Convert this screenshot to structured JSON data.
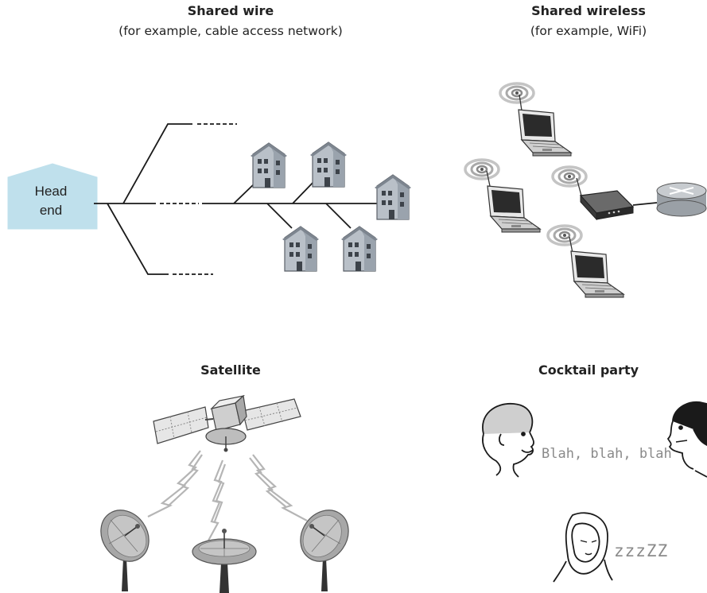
{
  "panels": {
    "shared_wire": {
      "title": "Shared wire",
      "subtitle": "(for example, cable access network)",
      "head_end_label_line1": "Head",
      "head_end_label_line2": "end"
    },
    "shared_wireless": {
      "title": "Shared wireless",
      "subtitle": "(for example, WiFi)"
    },
    "satellite": {
      "title": "Satellite"
    },
    "cocktail_party": {
      "title": "Cocktail party",
      "speech": "Blah, blah, blah",
      "snore": "zzzZZ"
    }
  },
  "colors": {
    "head_end_fill": "#bfe0ec",
    "house_fill": "#b9c0c8",
    "device_gray": "#9aa0a6",
    "ink": "#1a1a1a"
  },
  "icons": [
    "house-icon",
    "laptop-icon",
    "wifi-waves-icon",
    "access-point-icon",
    "router-icon",
    "satellite-icon",
    "dish-antenna-icon",
    "lightning-signal-icon",
    "person-face-icon"
  ]
}
